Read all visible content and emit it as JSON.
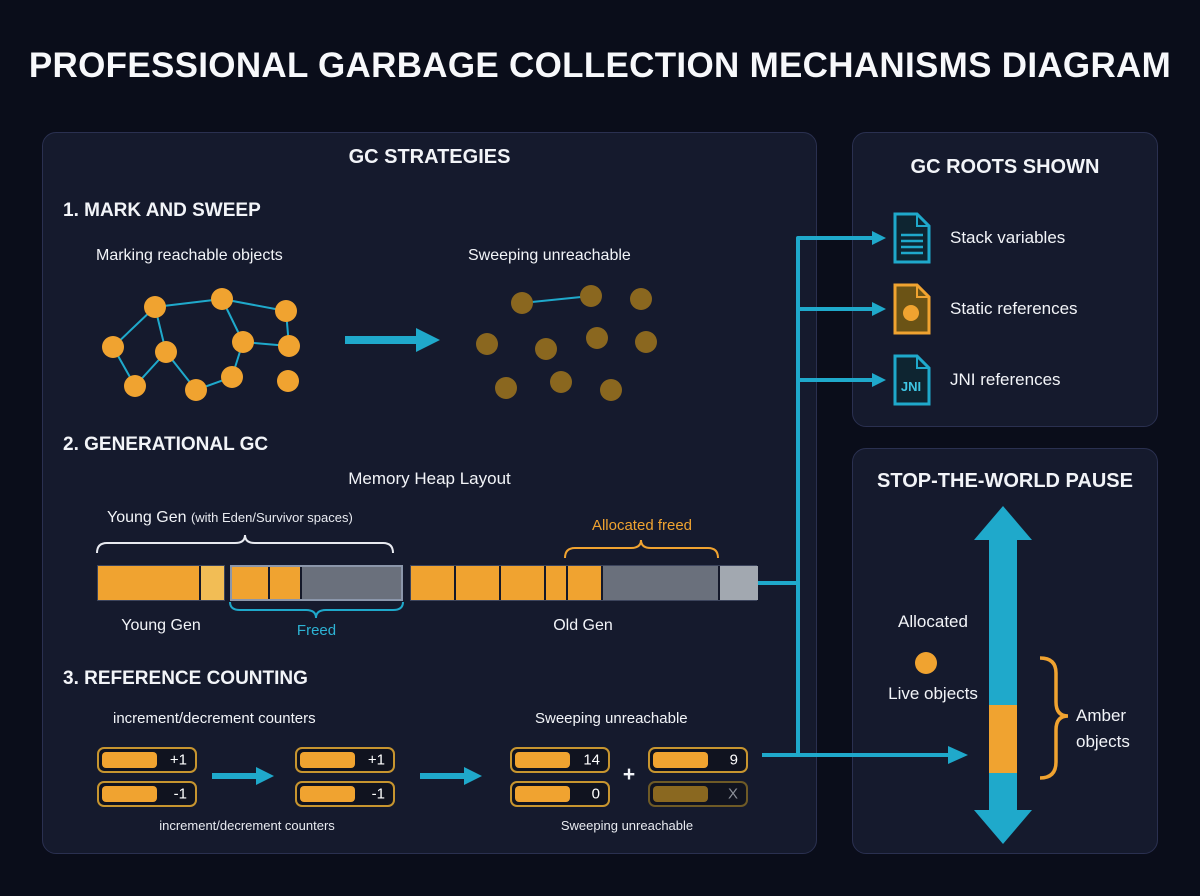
{
  "title": "PROFESSIONAL GARBAGE COLLECTION MECHANISMS DIAGRAM",
  "colors": {
    "background": "#0a0d1a",
    "panel": "#151a2d",
    "orange": "#f0a330",
    "dim_amber": "#8a671f",
    "teal": "#1fa9cb",
    "gray_segment": "#6a707c",
    "text": "#f2f4f8"
  },
  "strategies": {
    "title": "GC STRATEGIES",
    "mark_and_sweep": {
      "heading": "1. MARK AND SWEEP",
      "marking_label": "Marking reachable objects",
      "sweeping_label": "Sweeping unreachable"
    },
    "generational": {
      "heading": "2. GENERATIONAL GC",
      "subtitle": "Memory Heap Layout",
      "young_gen_brace_label": "Young Gen",
      "young_gen_brace_note": "(with Eden/Survivor spaces)",
      "allocated_freed_label": "Allocated freed",
      "young_gen_label": "Young Gen",
      "freed_label": "Freed",
      "old_gen_label": "Old Gen"
    },
    "reference_counting": {
      "heading": "3. REFERENCE COUNTING",
      "counters_label_top": "increment/decrement counters",
      "sweeping_label_top": "Sweeping unreachable",
      "counters_label_bottom": "increment/decrement counters",
      "sweeping_label_bottom": "Sweeping unreachable",
      "plus": "+",
      "group1": [
        "+1",
        "-1"
      ],
      "group2": [
        "+1",
        "-1"
      ],
      "group3": [
        "14",
        "0"
      ],
      "group4": [
        "9",
        "X"
      ]
    }
  },
  "gc_roots": {
    "title": "GC ROOTS SHOWN",
    "items": [
      {
        "icon": "stack-document-icon",
        "label": "Stack variables"
      },
      {
        "icon": "static-document-icon",
        "label": "Static references"
      },
      {
        "icon": "jni-document-icon",
        "icon_text": "JNI",
        "label": "JNI references"
      }
    ]
  },
  "stop_the_world": {
    "title": "STOP-THE-WORLD PAUSE",
    "allocated_label": "Allocated",
    "live_objects_label": "Live objects",
    "amber_line1": "Amber",
    "amber_line2": "objects"
  }
}
